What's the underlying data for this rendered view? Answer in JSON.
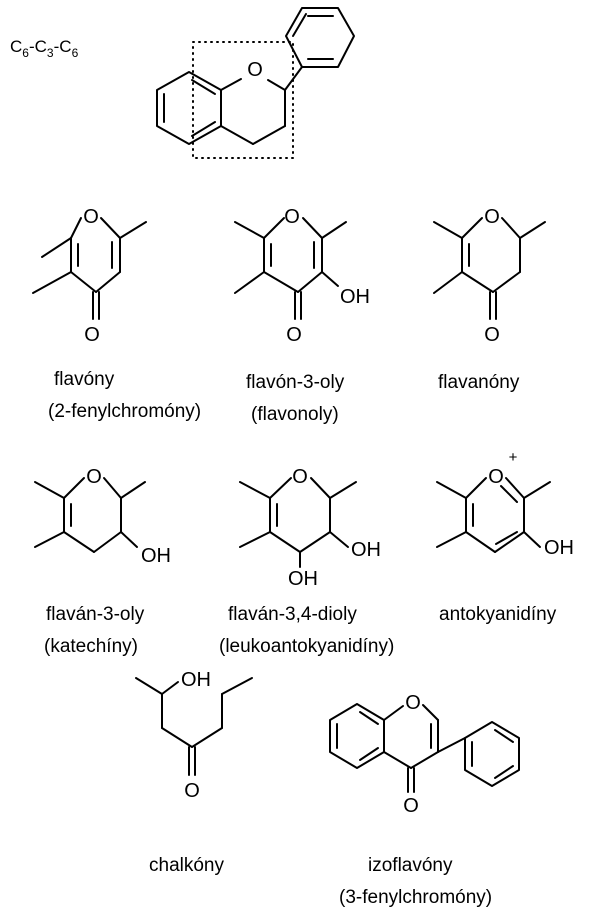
{
  "formula": {
    "c1": "C",
    "s1": "6",
    "d1": "-C",
    "s2": "3",
    "d2": "-C",
    "s3": "6"
  },
  "atoms": {
    "O": "O",
    "OH": "OH",
    "charge": "+"
  },
  "labels": {
    "flavony": "flavóny",
    "flavony_sub": "(2-fenylchromóny)",
    "flavonoly": "flavón-3-oly",
    "flavonoly_sub": "(flavonoly)",
    "flavanony": "flavanóny",
    "katechiny": "flaván-3-oly",
    "katechiny_sub": "(katechíny)",
    "dioly": "flaván-3,4-dioly",
    "dioly_sub": "(leukoantokyanidíny)",
    "antokyanidiny": "antokyanidíny",
    "chalkony": "chalkóny",
    "izoflavony": "izoflavóny",
    "izoflavony_sub": "(3-fenylchromóny)"
  }
}
